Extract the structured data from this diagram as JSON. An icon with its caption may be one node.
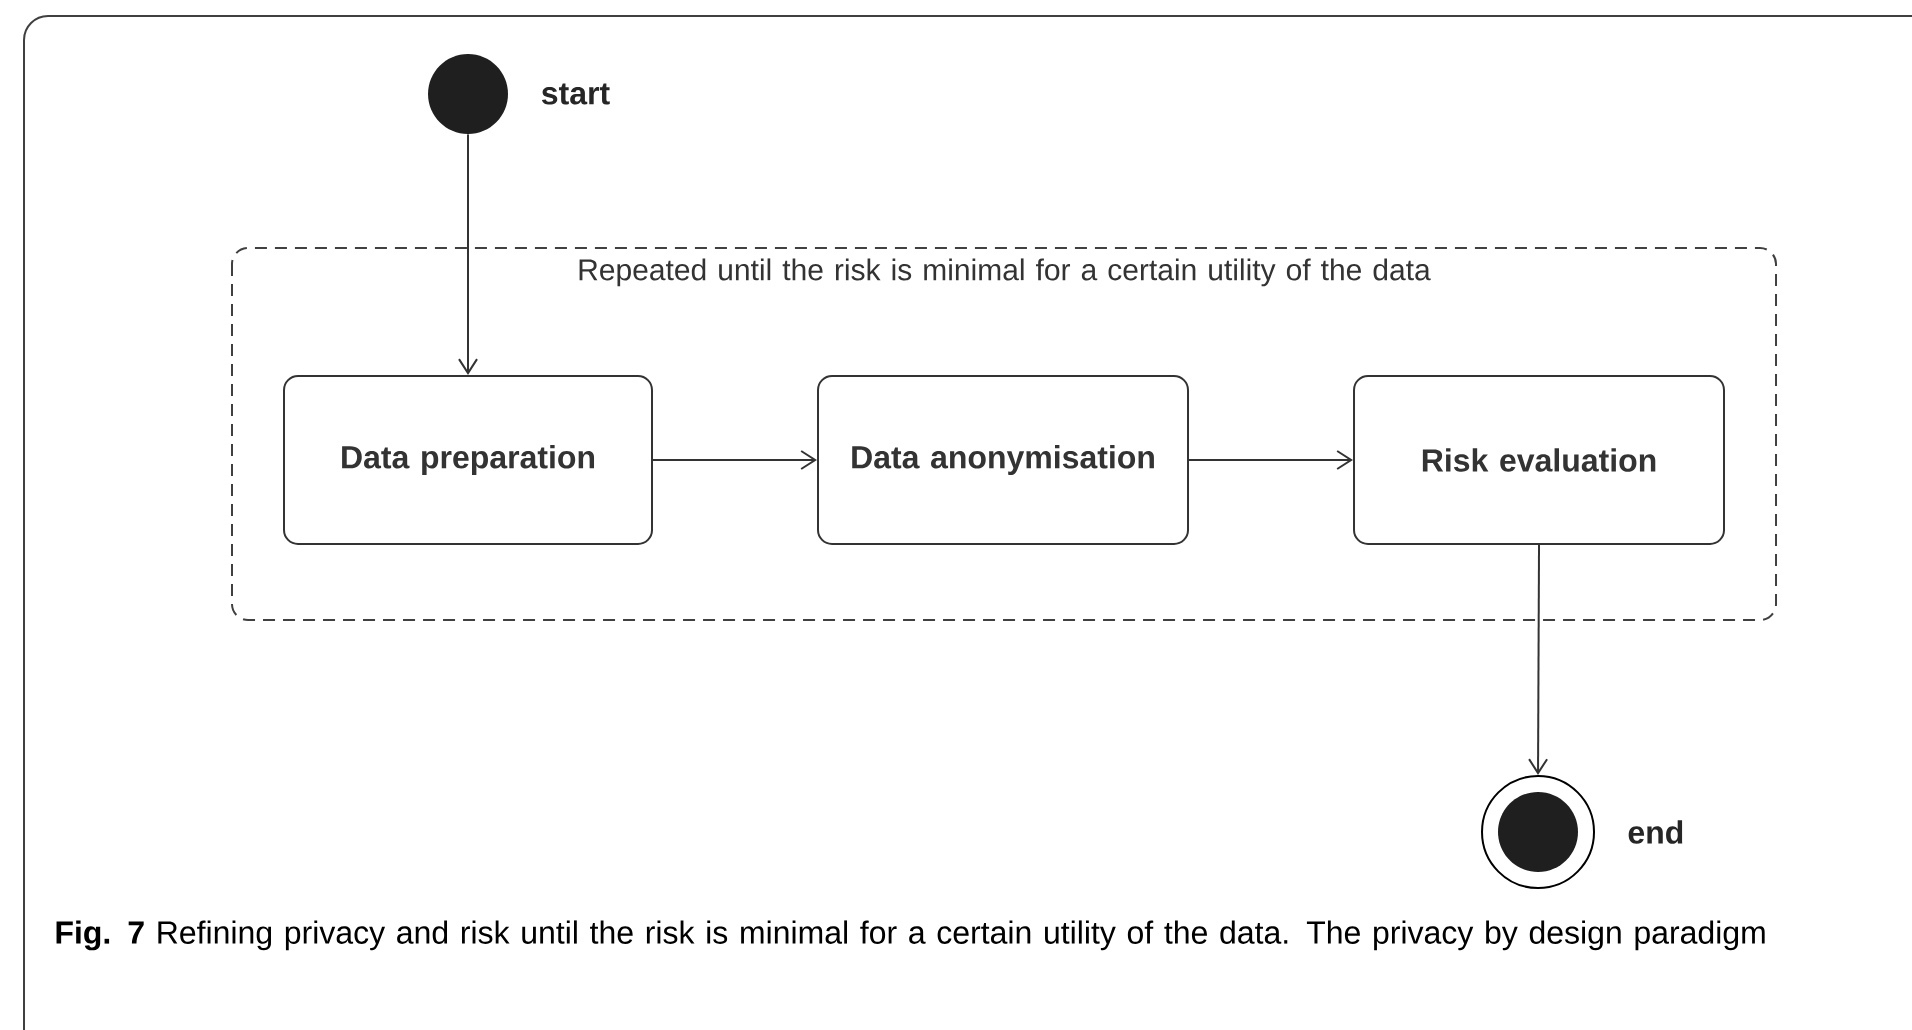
{
  "diagram": {
    "caption": "**Fig. 7** Refining privacy and risk until the risk is minimal for a certain utility of the data. The privacy by design paradigm",
    "nodes": [
      {
        "text": [],
        "shape": "circle",
        "beside": [
          "start"
        ]
      },
      {
        "text": [
          "Repeated until the risk is minimal for a certain utility of the data"
        ]
      },
      {
        "text": [
          "Data preparation"
        ],
        "in": 1
      },
      {
        "text": [
          "Data anonymisation"
        ],
        "in": 1
      },
      {
        "text": [
          "Risk evaluation"
        ],
        "in": 1
      },
      {
        "text": [],
        "shape": "circle",
        "beside": [
          "end"
        ]
      }
    ],
    "edges": [
      {
        "from": 0,
        "to": 2,
        "arrow": "to"
      },
      {
        "from": 2,
        "to": 3,
        "arrow": "to"
      },
      {
        "from": 3,
        "to": 4,
        "arrow": "to"
      },
      {
        "from": 4,
        "to": 5,
        "arrow": "to"
      }
    ]
  }
}
